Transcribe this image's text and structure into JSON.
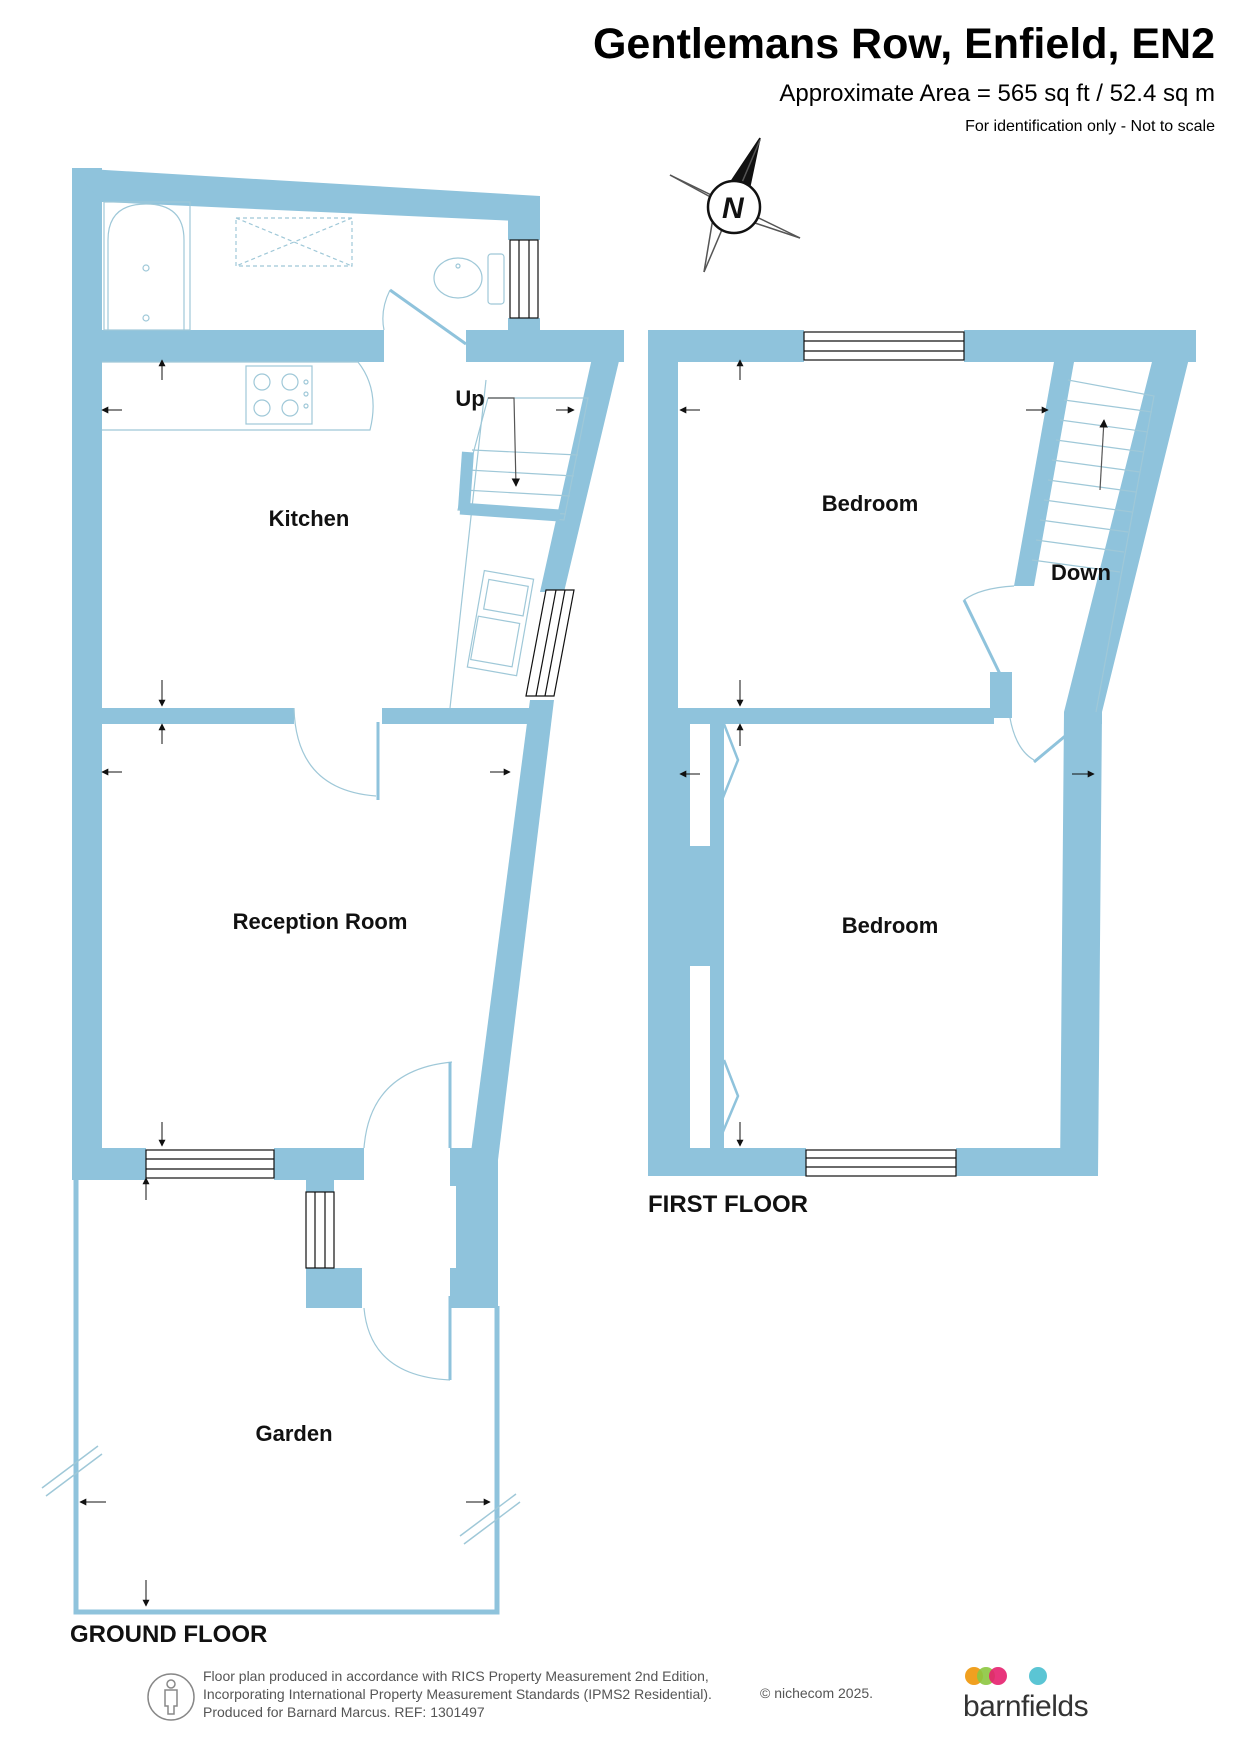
{
  "header": {
    "title": "Gentlemans Row, Enfield, EN2",
    "area": "Approximate Area = 565 sq ft / 52.4 sq m",
    "disclaimer": "For identification only - Not to scale"
  },
  "compass": {
    "label": "N"
  },
  "ground_floor": {
    "label": "GROUND FLOOR",
    "rooms": {
      "kitchen": "Kitchen",
      "reception": "Reception Room",
      "garden": "Garden"
    },
    "stairs_label": "Up"
  },
  "first_floor": {
    "label": "FIRST FLOOR",
    "rooms": {
      "bedroom_top": "Bedroom",
      "bedroom_bottom": "Bedroom"
    },
    "stairs_label": "Down"
  },
  "footer": {
    "line1": "Floor plan produced in accordance with RICS Property Measurement 2nd Edition,",
    "line2": "Incorporating International Property Measurement Standards (IPMS2 Residential).",
    "line3": "Produced for Barnard Marcus.   REF: 1301497",
    "copyright": "© nichecom 2025.",
    "brand": "barnfields"
  },
  "colors": {
    "wall": "#8fc3dc",
    "fixture_line": "#9fc8d8",
    "brand_dots": [
      "#f0a020",
      "#8cc63f",
      "#e5206e",
      "#5bc5d4"
    ]
  }
}
